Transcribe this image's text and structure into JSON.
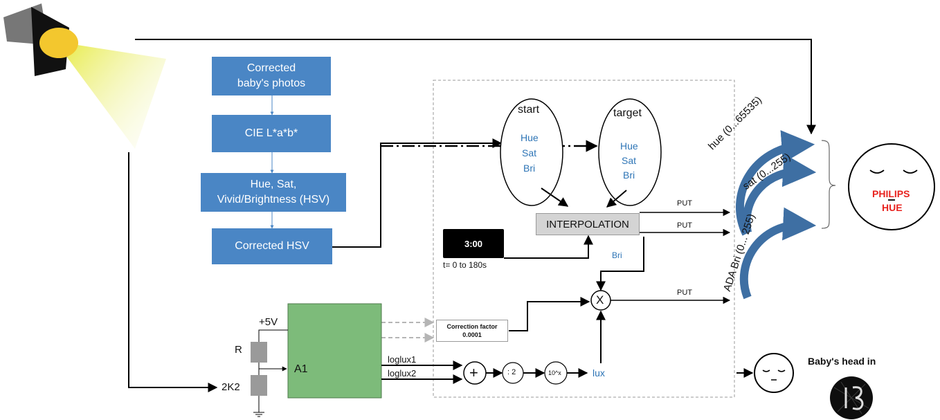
{
  "flow": {
    "box1": "Corrected baby's photos",
    "box2": "CIE L*a*b*",
    "box3": "Hue, Sat, Vivid/Brightness (HSV)",
    "box4": "Corrected HSV"
  },
  "start": {
    "title": "start",
    "hue": "Hue",
    "sat": "Sat",
    "bri": "Bri"
  },
  "target": {
    "title": "target",
    "hue": "Hue",
    "sat": "Sat",
    "bri": "Bri"
  },
  "interpolation": "INTERPOLATION",
  "timer": {
    "display": "3:00",
    "caption": "t= 0 to 180s"
  },
  "bri_label": "Bri",
  "put": [
    "PUT",
    "PUT",
    "PUT"
  ],
  "multiply": "X",
  "correction": {
    "line1": "Correction factor",
    "line2": "0.0001"
  },
  "sensor": {
    "supply": "+5V",
    "resistor": "R",
    "resistor2": "2K2",
    "amp": "A1",
    "out1": "loglux1",
    "out2": "loglux2"
  },
  "math": {
    "plus": "+",
    "div": ": 2",
    "pow": "10^x",
    "lux": "lux"
  },
  "arcs": {
    "hue": "hue (0...65535)",
    "sat": "sat (0...255)",
    "bri": "ADA Bri (0... 255)"
  },
  "lamp": {
    "brand1": "PHILIPS",
    "brand2": "HUE"
  },
  "baby": {
    "caption": "Baby's head in"
  },
  "colors": {
    "box_blue": "#4a86c5",
    "green": "#7dbb7a",
    "arrow_blue": "#3e6fa3",
    "brand_red": "#e8231f",
    "label_blue": "#2e75b6"
  }
}
